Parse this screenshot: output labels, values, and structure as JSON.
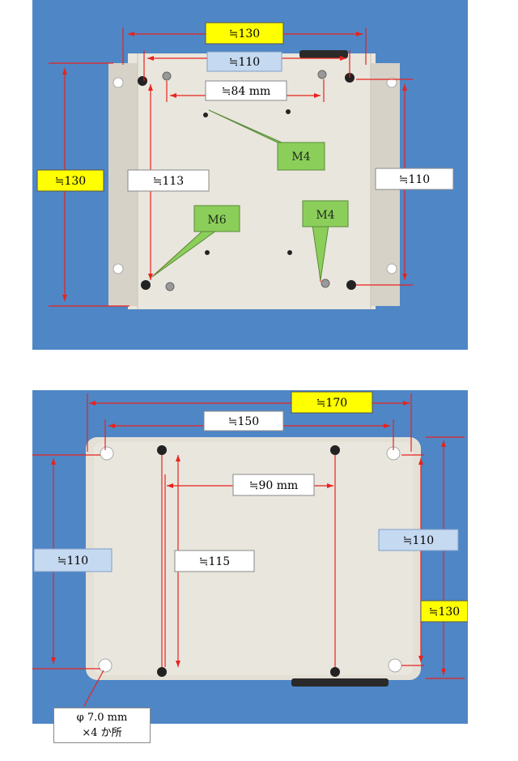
{
  "colors": {
    "photo_bg": "#4f86c6",
    "plate": "#e6e3da",
    "dimension_line": "#e8231e",
    "label_yellow": "#ffff00",
    "label_blue": "#c5d9f1",
    "label_white": "#ffffff",
    "callout_green": "#8bcf5a"
  },
  "top_figure": {
    "labels": {
      "width_outer": "≒130",
      "width_inner": "≒110",
      "hole_spacing": "≒84 mm",
      "height_outer": "≒130",
      "height_left": "≒113",
      "height_right": "≒110"
    },
    "callouts": {
      "m4_upper": "M4",
      "m6": "M6",
      "m4_lower": "M4"
    }
  },
  "bottom_figure": {
    "labels": {
      "width_outer": "≒170",
      "width_inner": "≒150",
      "hole_spacing": "≒90 mm",
      "height_left": "≒110",
      "height_mid": "≒115",
      "height_right_inner": "≒110",
      "height_right_outer": "≒130"
    },
    "footnote": {
      "line1": "φ 7.0 mm",
      "line2": "×4 か所"
    }
  }
}
